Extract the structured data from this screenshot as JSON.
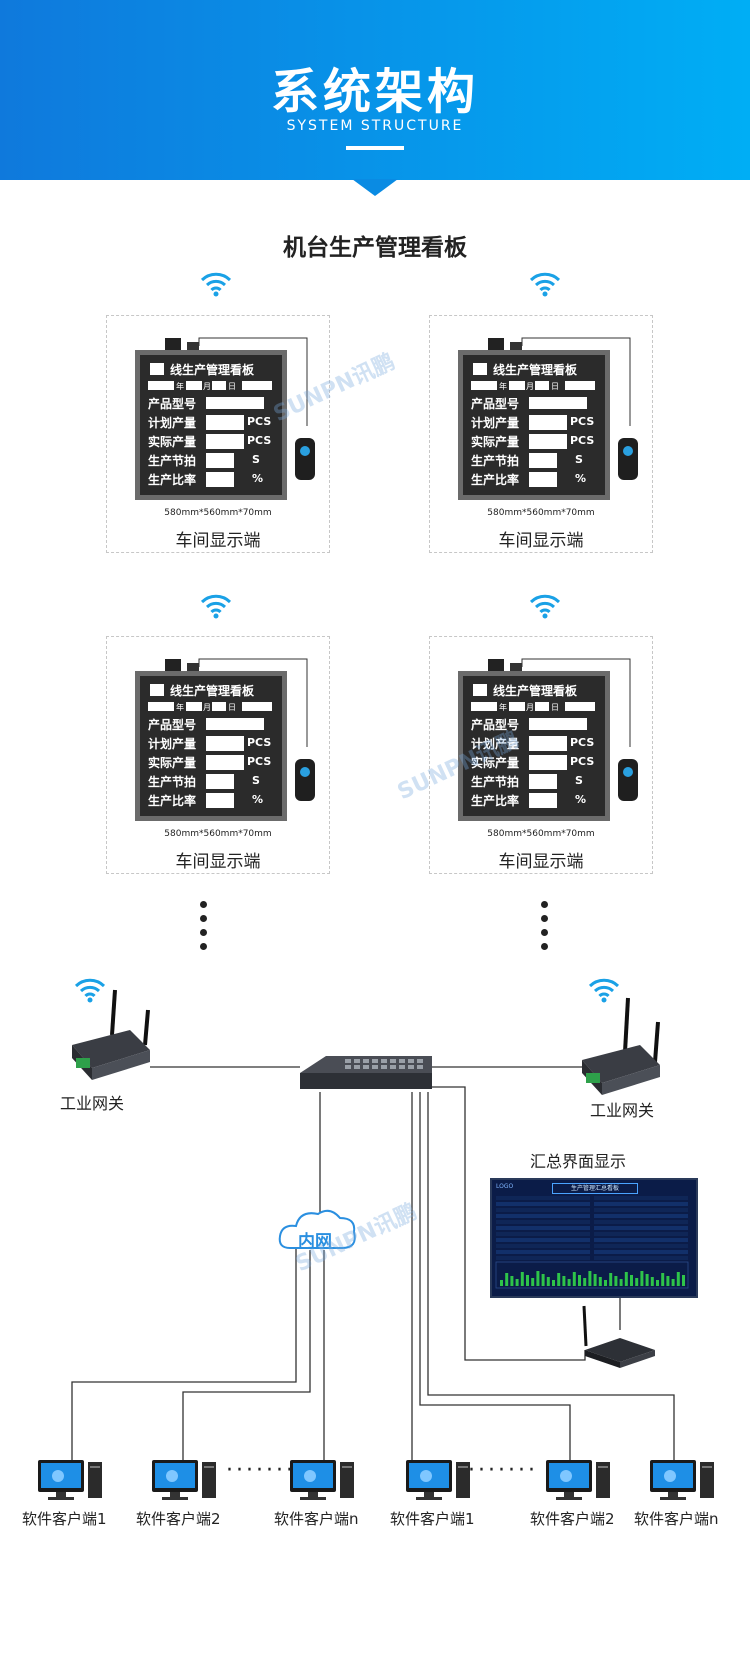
{
  "header": {
    "title": "系统架构",
    "subtitle": "SYSTEM STRUCTURE"
  },
  "section_title": "机台生产管理看板",
  "board": {
    "title": "线生产管理看板",
    "date_fields": [
      "年",
      "月",
      "日"
    ],
    "rows": [
      {
        "label": "产品型号",
        "unit": ""
      },
      {
        "label": "计划产量",
        "unit": "PCS"
      },
      {
        "label": "实际产量",
        "unit": "PCS"
      },
      {
        "label": "生产节拍",
        "unit": "S"
      },
      {
        "label": "生产比率",
        "unit": "%"
      }
    ],
    "dimensions": "580mm*560mm*70mm",
    "caption": "车间显示端"
  },
  "watermark": "SUNPN讯鹏",
  "gateway_label": "工业网关",
  "summary_label": "汇总界面显示",
  "summary_screen": {
    "logo": "LOGO",
    "title": "生产管理汇总看板"
  },
  "intranet_label": "内网",
  "clients": [
    "软件客户端1",
    "软件客户端2",
    "软件客户端n",
    "软件客户端1",
    "软件客户端2",
    "软件客户端n"
  ],
  "colors": {
    "header_start": "#0f79dc",
    "header_end": "#00aef5",
    "wifi": "#1aa1e6",
    "cloud": "#2a8fe0",
    "line": "#333333"
  },
  "icons": [
    "wifi-icon",
    "antenna-icon",
    "switch-icon",
    "computer-icon",
    "cloud-icon",
    "router-icon",
    "remote-icon"
  ]
}
